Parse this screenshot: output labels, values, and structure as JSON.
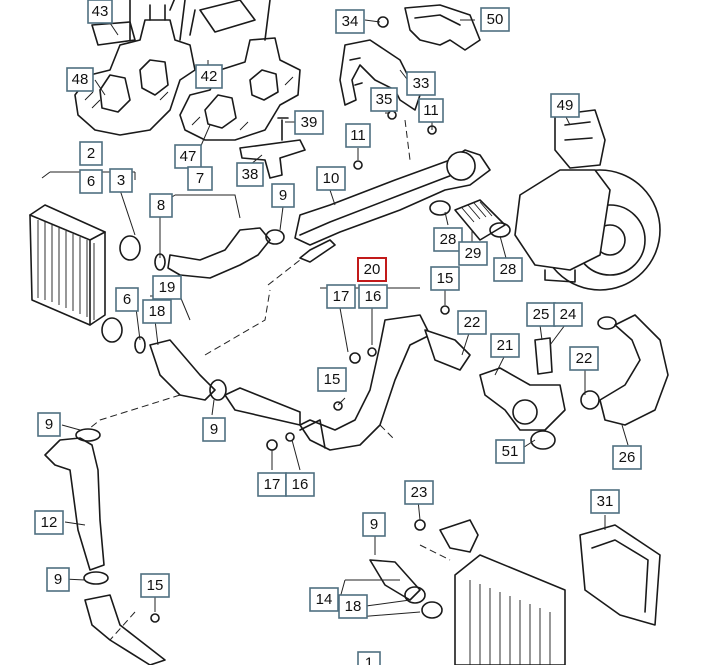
{
  "highlight_color": "#c21a1a",
  "callout_border_color": "#4f6f80",
  "callouts": [
    {
      "id": "c43",
      "label": "43"
    },
    {
      "id": "c48",
      "label": "48"
    },
    {
      "id": "c42",
      "label": "42"
    },
    {
      "id": "c47",
      "label": "47"
    },
    {
      "id": "c39",
      "label": "39"
    },
    {
      "id": "c38",
      "label": "38"
    },
    {
      "id": "c34",
      "label": "34"
    },
    {
      "id": "c50",
      "label": "50"
    },
    {
      "id": "c33",
      "label": "33"
    },
    {
      "id": "c35",
      "label": "35"
    },
    {
      "id": "c11a",
      "label": "11"
    },
    {
      "id": "c11b",
      "label": "11"
    },
    {
      "id": "c49",
      "label": "49"
    },
    {
      "id": "c2",
      "label": "2"
    },
    {
      "id": "c6a",
      "label": "6"
    },
    {
      "id": "c3",
      "label": "3"
    },
    {
      "id": "c7",
      "label": "7"
    },
    {
      "id": "c10",
      "label": "10"
    },
    {
      "id": "c8",
      "label": "8"
    },
    {
      "id": "c9a",
      "label": "9"
    },
    {
      "id": "c28a",
      "label": "28"
    },
    {
      "id": "c29",
      "label": "29"
    },
    {
      "id": "c28b",
      "label": "28"
    },
    {
      "id": "c20",
      "label": "20",
      "highlighted": true
    },
    {
      "id": "c17a",
      "label": "17"
    },
    {
      "id": "c16a",
      "label": "16"
    },
    {
      "id": "c15a",
      "label": "15"
    },
    {
      "id": "c6b",
      "label": "6"
    },
    {
      "id": "c19",
      "label": "19"
    },
    {
      "id": "c18a",
      "label": "18"
    },
    {
      "id": "c22a",
      "label": "22"
    },
    {
      "id": "c25",
      "label": "25"
    },
    {
      "id": "c24",
      "label": "24"
    },
    {
      "id": "c21",
      "label": "21"
    },
    {
      "id": "c22b",
      "label": "22"
    },
    {
      "id": "c15b",
      "label": "15"
    },
    {
      "id": "c9b",
      "label": "9"
    },
    {
      "id": "c9c",
      "label": "9"
    },
    {
      "id": "c51",
      "label": "51"
    },
    {
      "id": "c26",
      "label": "26"
    },
    {
      "id": "c17b",
      "label": "17"
    },
    {
      "id": "c16b",
      "label": "16"
    },
    {
      "id": "c12",
      "label": "12"
    },
    {
      "id": "c23",
      "label": "23"
    },
    {
      "id": "c31",
      "label": "31"
    },
    {
      "id": "c9d",
      "label": "9"
    },
    {
      "id": "c9e",
      "label": "9"
    },
    {
      "id": "c15c",
      "label": "15"
    },
    {
      "id": "c14",
      "label": "14"
    },
    {
      "id": "c18b",
      "label": "18"
    },
    {
      "id": "c1",
      "label": "1"
    }
  ]
}
